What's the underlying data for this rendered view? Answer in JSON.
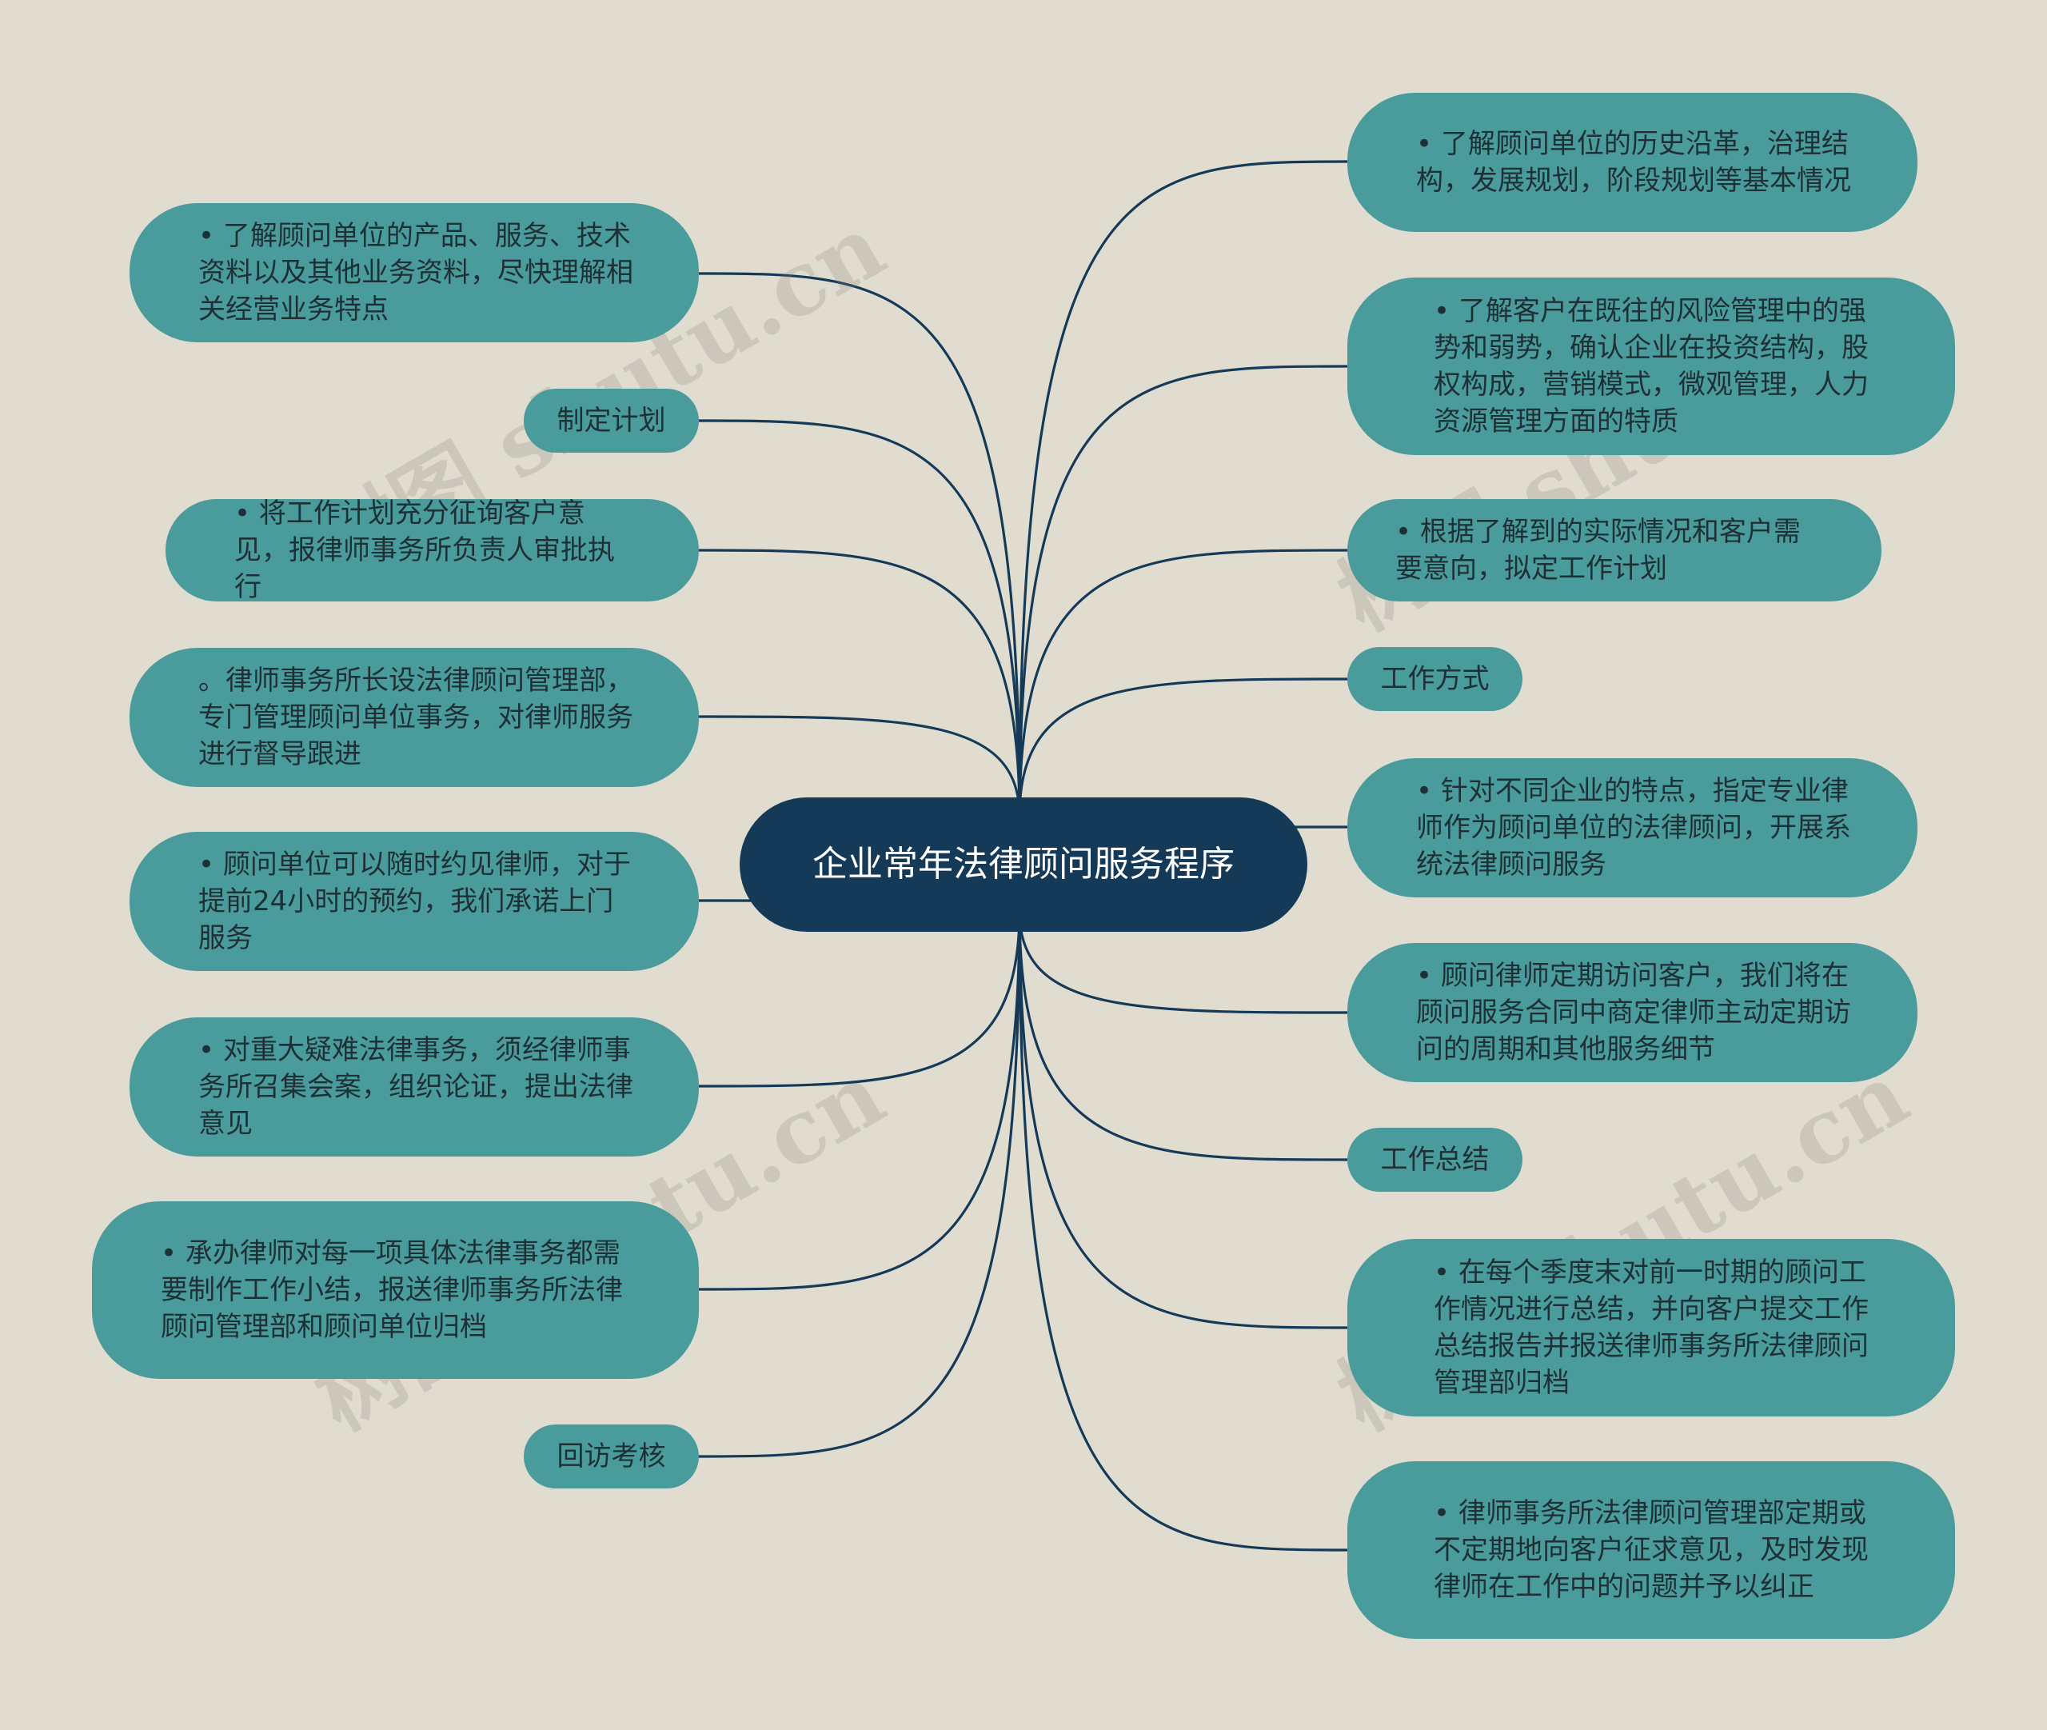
{
  "watermark_text": "树图 shutu.cn",
  "colors": {
    "background": "#e0ddd0",
    "center_node": "#153a58",
    "node_fill": "#4a9b9b",
    "link": "#153a58"
  },
  "center": {
    "label": "企业常年法律顾问服务程序"
  },
  "left_nodes": [
    {
      "label": "• 了解顾问单位的产品、服务、技术资料以及其他业务资料，尽快理解相关经营业务特点"
    },
    {
      "label": "制定计划"
    },
    {
      "label": "• 将工作计划充分征询客户意见，报律师事务所负责人审批执行"
    },
    {
      "label": "。律师事务所长设法律顾问管理部，专门管理顾问单位事务，对律师服务进行督导跟进"
    },
    {
      "label": "• 顾问单位可以随时约见律师，对于提前24小时的预约，我们承诺上门服务"
    },
    {
      "label": "• 对重大疑难法律事务，须经律师事务所召集会案，组织论证，提出法律意见"
    },
    {
      "label": "• 承办律师对每一项具体法律事务都需要制作工作小结，报送律师事务所法律顾问管理部和顾问单位归档"
    },
    {
      "label": "回访考核"
    }
  ],
  "right_nodes": [
    {
      "label": "• 了解顾问单位的历史沿革，治理结构，发展规划，阶段规划等基本情况"
    },
    {
      "label": "• 了解客户在既往的风险管理中的强势和弱势，确认企业在投资结构，股权构成，营销模式，微观管理，人力资源管理方面的特质"
    },
    {
      "label": "• 根据了解到的实际情况和客户需要意向，拟定工作计划"
    },
    {
      "label": "工作方式"
    },
    {
      "label": "• 针对不同企业的特点，指定专业律师作为顾问单位的法律顾问，开展系统法律顾问服务"
    },
    {
      "label": "• 顾问律师定期访问客户，我们将在顾问服务合同中商定律师主动定期访问的周期和其他服务细节"
    },
    {
      "label": "工作总结"
    },
    {
      "label": "• 在每个季度末对前一时期的顾问工作情况进行总结，并向客户提交工作总结报告并报送律师事务所法律顾问管理部归档"
    },
    {
      "label": "• 律师事务所法律顾问管理部定期或不定期地向客户征求意见，及时发现律师在工作中的问题并予以纠正"
    }
  ]
}
